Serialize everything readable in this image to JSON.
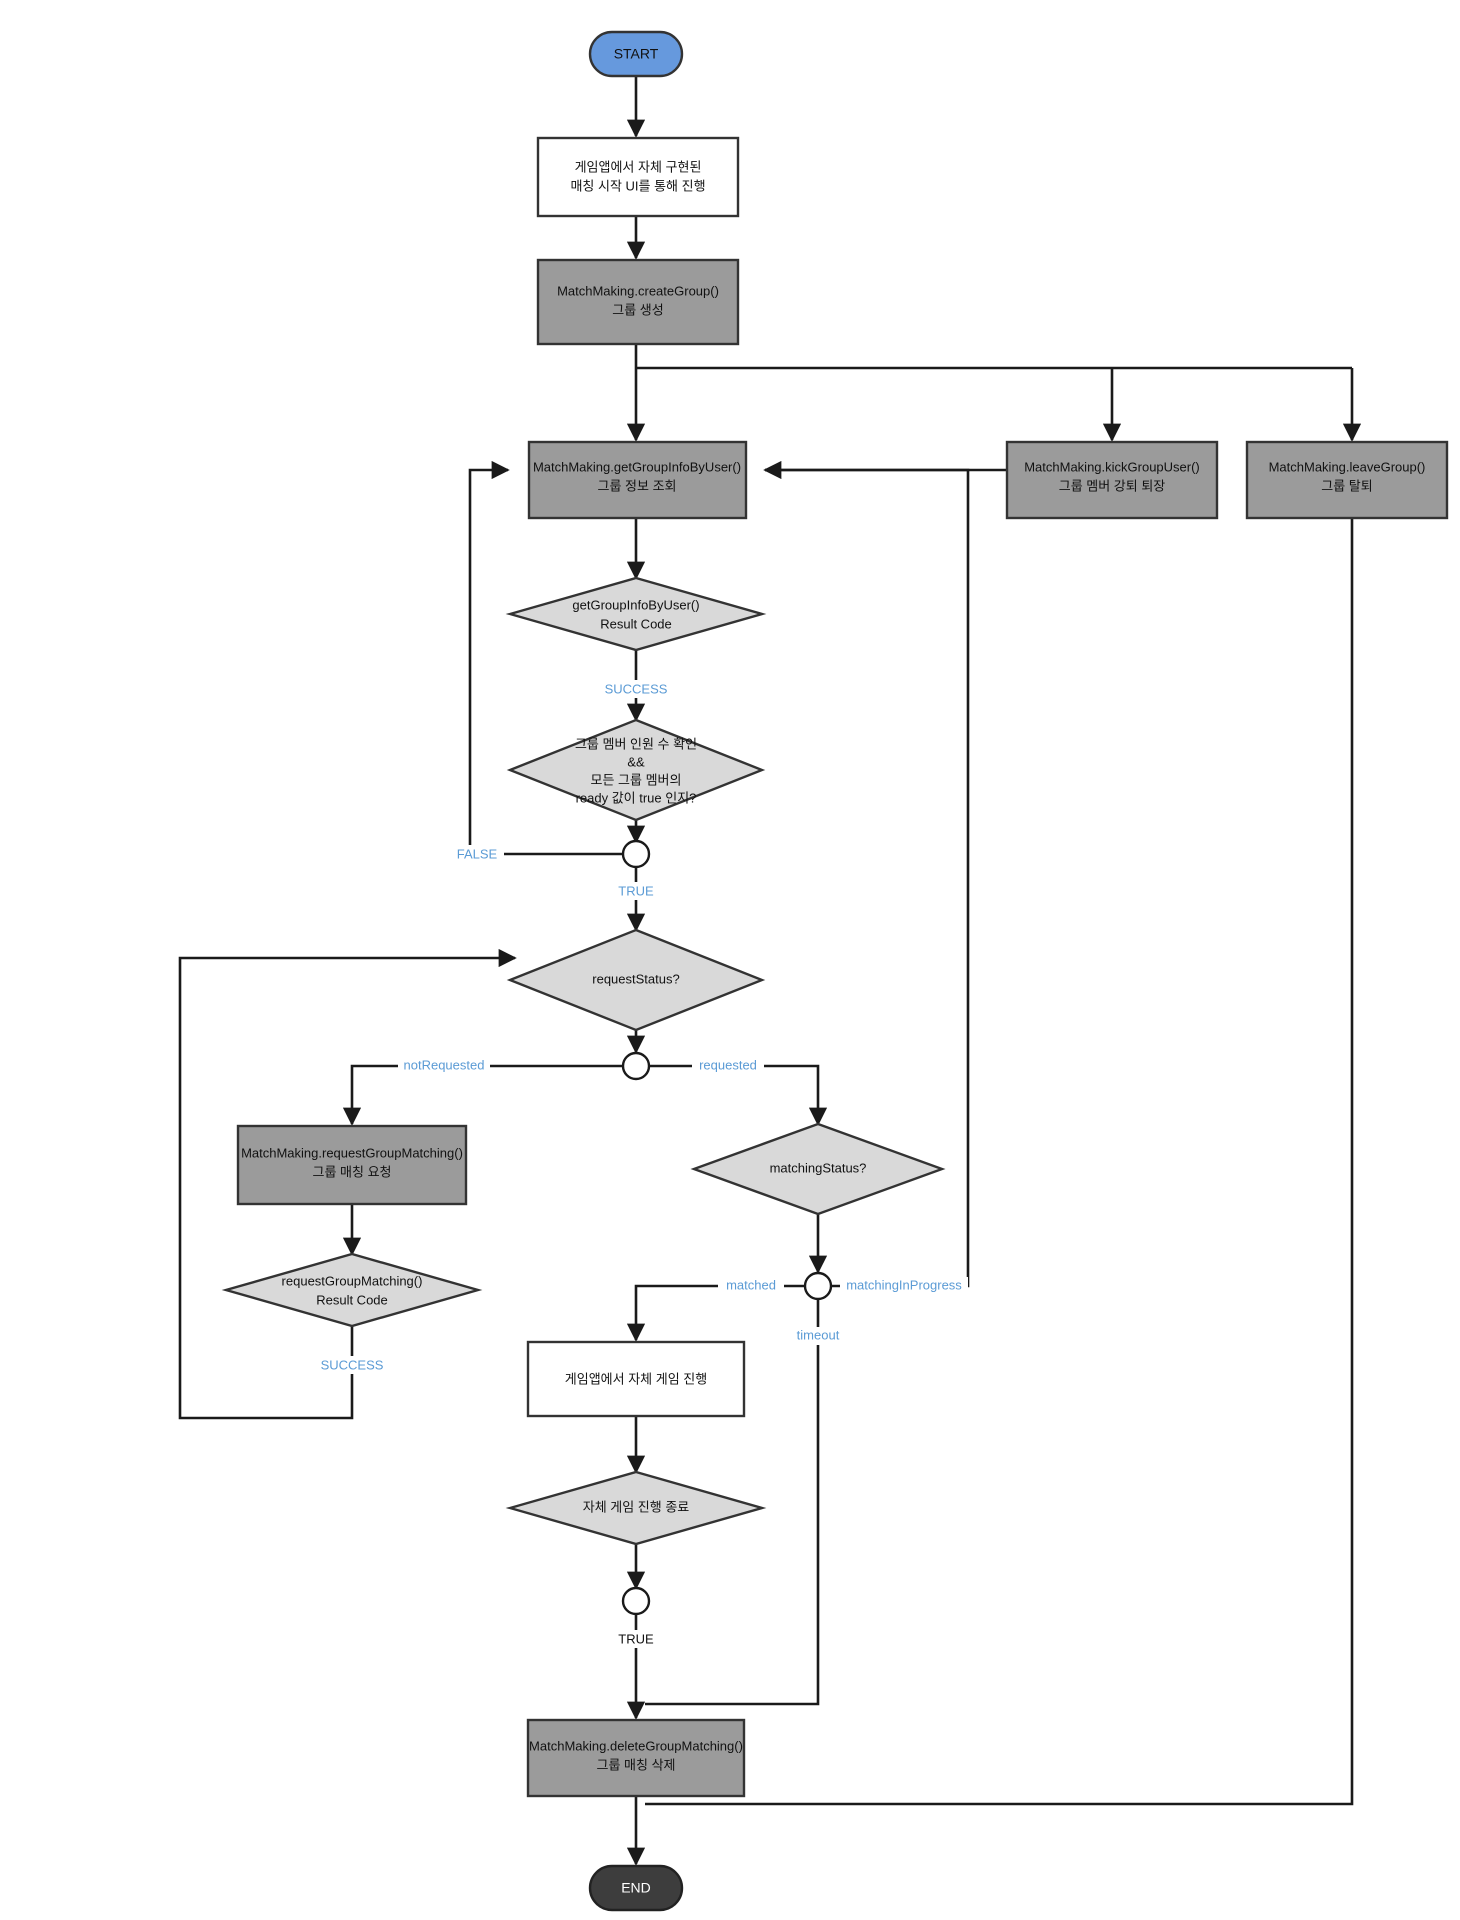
{
  "diagram": {
    "title": "MatchMaking Group Flow",
    "colors": {
      "process_fill": "#9b9b9b",
      "decision_fill": "#d9d9d9",
      "io_fill": "#ffffff",
      "start_fill": "#6699dd",
      "end_fill": "#3d3d3d",
      "stroke": "#333333",
      "edge_label": "#5b9bd5"
    },
    "nodes": {
      "start": {
        "label": "START",
        "type": "terminator"
      },
      "game_ui": {
        "line1": "게임앱에서 자체 구현된",
        "line2": "매칭 시작 UI를 통해 진행",
        "type": "process-white"
      },
      "create_group": {
        "line1": "MatchMaking.createGroup()",
        "line2": "그룹 생성",
        "type": "process"
      },
      "get_group_info": {
        "line1": "MatchMaking.getGroupInfoByUser()",
        "line2": "그룹 정보 조회",
        "type": "process"
      },
      "kick_group_user": {
        "line1": "MatchMaking.kickGroupUser()",
        "line2": "그룹 멤버 강퇴 퇴장",
        "type": "process"
      },
      "leave_group": {
        "line1": "MatchMaking.leaveGroup()",
        "line2": "그룹 탈퇴",
        "type": "process"
      },
      "get_group_info_result": {
        "line1": "getGroupInfoByUser()",
        "line2": "Result Code",
        "type": "decision"
      },
      "member_ready_check": {
        "line1": "그룹 멤버 인원 수 확인",
        "line2": "&&",
        "line3": "모든 그룹 멤버의",
        "line4": "ready 값이 true 인지?",
        "type": "decision"
      },
      "request_status": {
        "line1": "requestStatus?",
        "type": "decision"
      },
      "request_group_matching": {
        "line1": "MatchMaking.requestGroupMatching()",
        "line2": "그룹 매칭 요청",
        "type": "process"
      },
      "request_group_matching_result": {
        "line1": "requestGroupMatching()",
        "line2": "Result Code",
        "type": "decision"
      },
      "matching_status": {
        "line1": "matchingStatus?",
        "type": "decision"
      },
      "game_play": {
        "line1": "게임앱에서 자체 게임 진행",
        "type": "process-white"
      },
      "game_end": {
        "line1": "자체 게임 진행 종료",
        "type": "decision"
      },
      "delete_group_matching": {
        "line1": "MatchMaking.deleteGroupMatching()",
        "line2": "그룹 매칭 삭제",
        "type": "process"
      },
      "end": {
        "label": "END",
        "type": "terminator"
      }
    },
    "edge_labels": {
      "success_1": "SUCCESS",
      "false_1": "FALSE",
      "true_1": "TRUE",
      "not_requested": "notRequested",
      "requested": "requested",
      "success_2": "SUCCESS",
      "matched": "matched",
      "matching_in_progress": "matchingInProgress",
      "timeout": "timeout",
      "true_2": "TRUE"
    }
  }
}
